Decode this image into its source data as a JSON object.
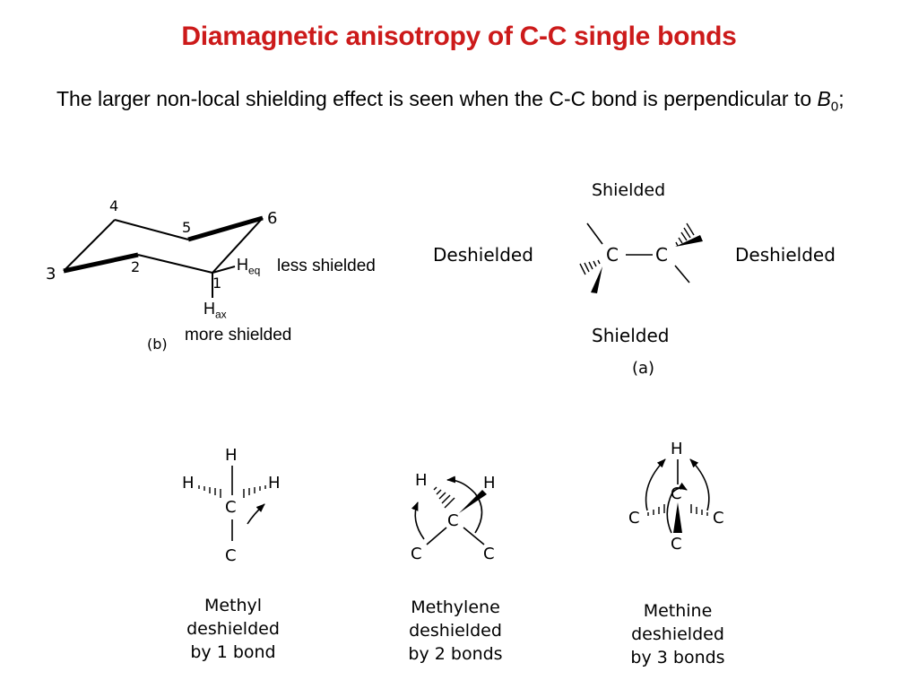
{
  "slide": {
    "title": "Diamagnetic anisotropy of C-C single bonds",
    "intro_text": "The larger non-local shielding effect is seen when the C-C bond is perpendicular to ",
    "intro_symbol": "B",
    "intro_subscript": "0",
    "intro_end": ";"
  },
  "cyclohexane": {
    "positions": [
      "1",
      "2",
      "3",
      "4",
      "5",
      "6"
    ],
    "h_eq": {
      "letter": "H",
      "sub": "eq"
    },
    "h_ax": {
      "letter": "H",
      "sub": "ax"
    },
    "eq_note": "less shielded",
    "ax_note": "more shielded",
    "panel_label": "(b)"
  },
  "cc_bond": {
    "atom_left": "C",
    "atom_right": "C",
    "top_label": "Shielded",
    "bottom_label": "Shielded",
    "left_label": "Deshielded",
    "right_label": "Deshielded",
    "panel_label": "(a)"
  },
  "examples": [
    {
      "atoms": {
        "top": "H",
        "left": "H",
        "right": "H",
        "center": "C",
        "bottom": "C"
      },
      "caption": [
        "Methyl",
        "deshielded",
        "by 1 bond"
      ]
    },
    {
      "atoms": {
        "left_h": "H",
        "right_h": "H",
        "center": "C",
        "left_c": "C",
        "right_c": "C"
      },
      "caption": [
        "Methylene",
        "deshielded",
        "by 2 bonds"
      ]
    },
    {
      "atoms": {
        "top": "H",
        "center": "C",
        "left": "C",
        "right": "C",
        "bottom": "C"
      },
      "caption": [
        "Methine",
        "deshielded",
        "by 3 bonds"
      ]
    }
  ]
}
